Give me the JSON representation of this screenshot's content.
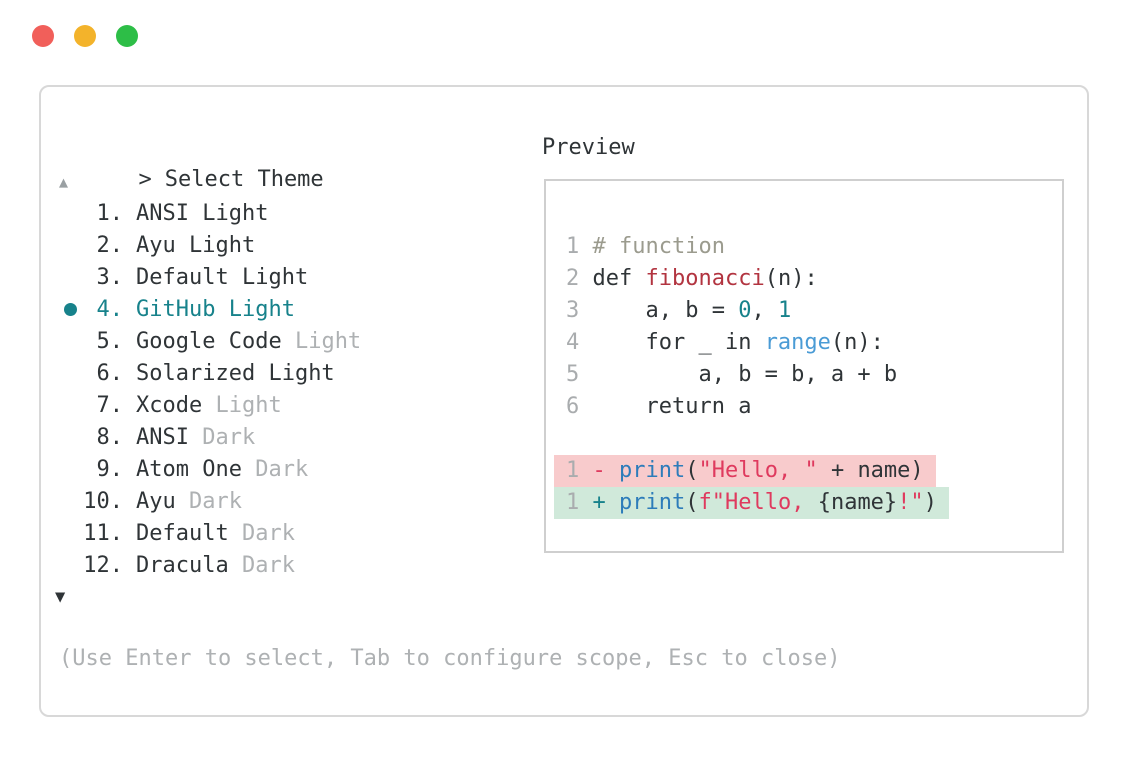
{
  "palette": {
    "fg": "#2f3437",
    "muted": "#aeb1b3",
    "linenum": "#a9acae",
    "arrow_gray": "#9aa0a3",
    "teal": "#17828b",
    "comment": "#9b9b8e",
    "func_red": "#b23440",
    "string_red": "#df3a5e",
    "call_blue": "#2d7cba",
    "builtin_blue": "#4a9bd5",
    "diff_red_bg": "#f8cbcc",
    "diff_green_bg": "#d0e9da",
    "border": "#d8d8d8",
    "border_inner": "#cfcfcf",
    "tl_red": "#f15f5a",
    "tl_yellow": "#f3b32b",
    "tl_green": "#2dbe47"
  },
  "window": {
    "controls": [
      {
        "name": "close",
        "color_key": "tl_red"
      },
      {
        "name": "minimize",
        "color_key": "tl_yellow"
      },
      {
        "name": "zoom",
        "color_key": "tl_green"
      }
    ]
  },
  "theme_picker": {
    "prompt_caret": ">",
    "title": "Select Theme",
    "scroll_up_indicator": "▲",
    "scroll_down_indicator": "▼",
    "hint": "(Use Enter to select, Tab to configure scope, Esc to close)",
    "items": [
      {
        "number": "1.",
        "name": "ANSI",
        "variant": "Light",
        "variant_muted": false,
        "selected": false
      },
      {
        "number": "2.",
        "name": "Ayu",
        "variant": "Light",
        "variant_muted": false,
        "selected": false
      },
      {
        "number": "3.",
        "name": "Default",
        "variant": "Light",
        "variant_muted": false,
        "selected": false
      },
      {
        "number": "4.",
        "name": "GitHub",
        "variant": "Light",
        "variant_muted": false,
        "selected": true
      },
      {
        "number": "5.",
        "name": "Google Code",
        "variant": "Light",
        "variant_muted": true,
        "selected": false
      },
      {
        "number": "6.",
        "name": "Solarized",
        "variant": "Light",
        "variant_muted": false,
        "selected": false
      },
      {
        "number": "7.",
        "name": "Xcode",
        "variant": "Light",
        "variant_muted": true,
        "selected": false
      },
      {
        "number": "8.",
        "name": "ANSI",
        "variant": "Dark",
        "variant_muted": true,
        "selected": false
      },
      {
        "number": "9.",
        "name": "Atom One",
        "variant": "Dark",
        "variant_muted": true,
        "selected": false
      },
      {
        "number": "10.",
        "name": "Ayu",
        "variant": "Dark",
        "variant_muted": true,
        "selected": false
      },
      {
        "number": "11.",
        "name": "Default",
        "variant": "Dark",
        "variant_muted": true,
        "selected": false
      },
      {
        "number": "12.",
        "name": "Dracula",
        "variant": "Dark",
        "variant_muted": true,
        "selected": false
      }
    ]
  },
  "preview": {
    "title": "Preview",
    "code_lines": [
      {
        "num": "1",
        "tokens": [
          {
            "t": "# function",
            "c": "comment"
          }
        ]
      },
      {
        "num": "2",
        "tokens": [
          {
            "t": "def ",
            "c": "fg"
          },
          {
            "t": "fibonacci",
            "c": "func"
          },
          {
            "t": "(n):",
            "c": "fg"
          }
        ]
      },
      {
        "num": "3",
        "tokens": [
          {
            "t": "    a, b = ",
            "c": "fg"
          },
          {
            "t": "0",
            "c": "number"
          },
          {
            "t": ", ",
            "c": "fg"
          },
          {
            "t": "1",
            "c": "number"
          }
        ]
      },
      {
        "num": "4",
        "tokens": [
          {
            "t": "    for _ in ",
            "c": "fg"
          },
          {
            "t": "range",
            "c": "builtin"
          },
          {
            "t": "(n):",
            "c": "fg"
          }
        ]
      },
      {
        "num": "5",
        "tokens": [
          {
            "t": "        a, b = b, a + b",
            "c": "fg"
          }
        ]
      },
      {
        "num": "6",
        "tokens": [
          {
            "t": "    return a",
            "c": "fg"
          }
        ]
      },
      {
        "blank": true
      },
      {
        "num": "1",
        "bg": "red",
        "tokens": [
          {
            "t": "- ",
            "c": "minus"
          },
          {
            "t": "print",
            "c": "call"
          },
          {
            "t": "(",
            "c": "fg"
          },
          {
            "t": "\"Hello, \"",
            "c": "string"
          },
          {
            "t": " + name)",
            "c": "fg"
          }
        ]
      },
      {
        "num": "1",
        "bg": "green",
        "tokens": [
          {
            "t": "+ ",
            "c": "plus"
          },
          {
            "t": "print",
            "c": "call"
          },
          {
            "t": "(",
            "c": "fg"
          },
          {
            "t": "f\"Hello, ",
            "c": "string"
          },
          {
            "t": "{name}",
            "c": "fg"
          },
          {
            "t": "!\"",
            "c": "string"
          },
          {
            "t": ")",
            "c": "fg"
          }
        ]
      }
    ]
  }
}
